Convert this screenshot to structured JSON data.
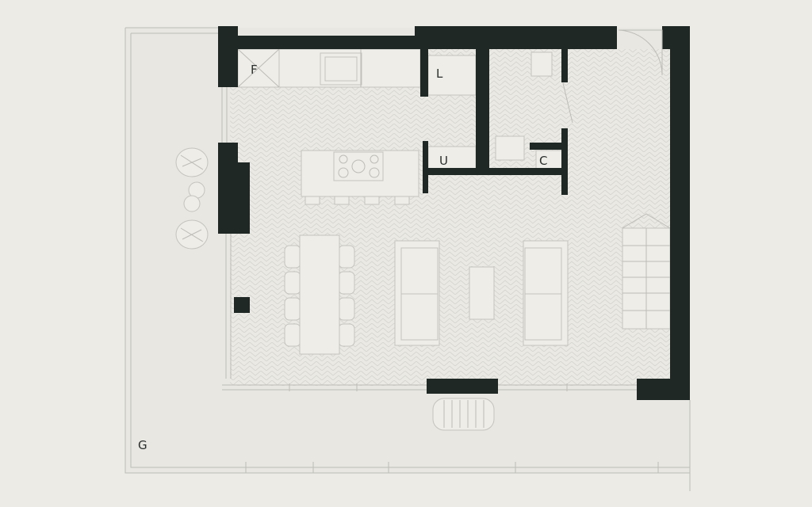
{
  "labels": {
    "fridge": "F",
    "laundry": "L",
    "utility": "U",
    "closet": "C",
    "garden": "G"
  },
  "colors": {
    "background": "#ecebe6",
    "wall": "#1f2825",
    "floor": "#e9e8e3",
    "line": "#bdbcb6"
  }
}
